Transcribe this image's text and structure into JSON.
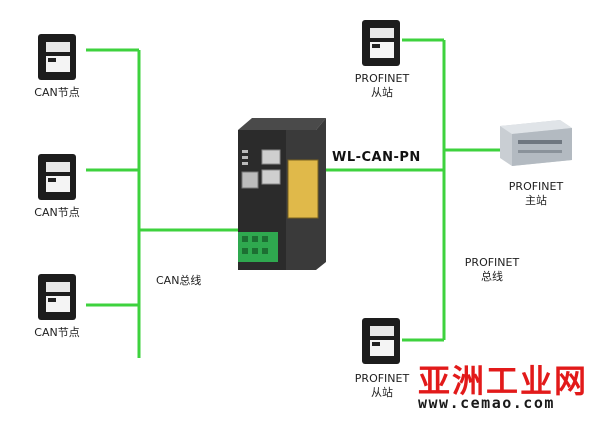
{
  "gateway": {
    "label": "WL-CAN-PN"
  },
  "can": {
    "bus_label": "CAN总线",
    "nodes": [
      {
        "label": "CAN节点"
      },
      {
        "label": "CAN节点"
      },
      {
        "label": "CAN节点"
      }
    ]
  },
  "profinet": {
    "master": {
      "line1": "PROFINET",
      "line2": "主站"
    },
    "slave_top": {
      "line1": "PROFINET",
      "line2": "从站"
    },
    "slave_bottom": {
      "line1": "PROFINET",
      "line2": "从站"
    },
    "bus": {
      "line1": "PROFINET",
      "line2": "总线"
    }
  },
  "watermark": {
    "title": "亚洲工业网",
    "url": "www.cemao.com"
  },
  "colors": {
    "line": "#3ed23e",
    "watermark_red": "#e21a1a"
  }
}
